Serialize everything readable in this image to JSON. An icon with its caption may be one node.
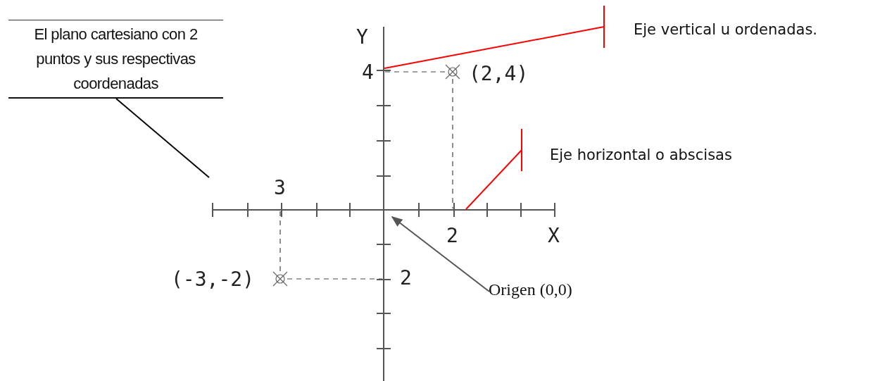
{
  "diagram": {
    "nodes": [
      {
        "text": [
          "El plano cartesiano con 2 puntos y sus respectivas coordenadas"
        ]
      },
      {
        "text": [
          "Eje vertical u ordenadas."
        ]
      },
      {
        "text": [],
        "shape": "line"
      },
      {
        "text": [
          "Eje horizontal o abscisas"
        ]
      },
      {
        "text": [],
        "shape": "line"
      },
      {
        "text": [
          "Origen (0,0)"
        ]
      }
    ],
    "edges": [
      {
        "from": 0,
        "to": null,
        "arrow": "none",
        "color": "#000000"
      },
      {
        "from": 1,
        "to": 2,
        "arrow": "other",
        "color": "#ff0000"
      },
      {
        "from": 3,
        "to": 4,
        "arrow": "other",
        "color": "#ff0000"
      },
      {
        "from": 5,
        "to": 4,
        "arrow": "to",
        "color": "#555555"
      }
    ],
    "labels": [
      "Y",
      "4",
      "(2,4)",
      "3",
      "2",
      "X",
      "(-3,-2)",
      "2"
    ]
  }
}
